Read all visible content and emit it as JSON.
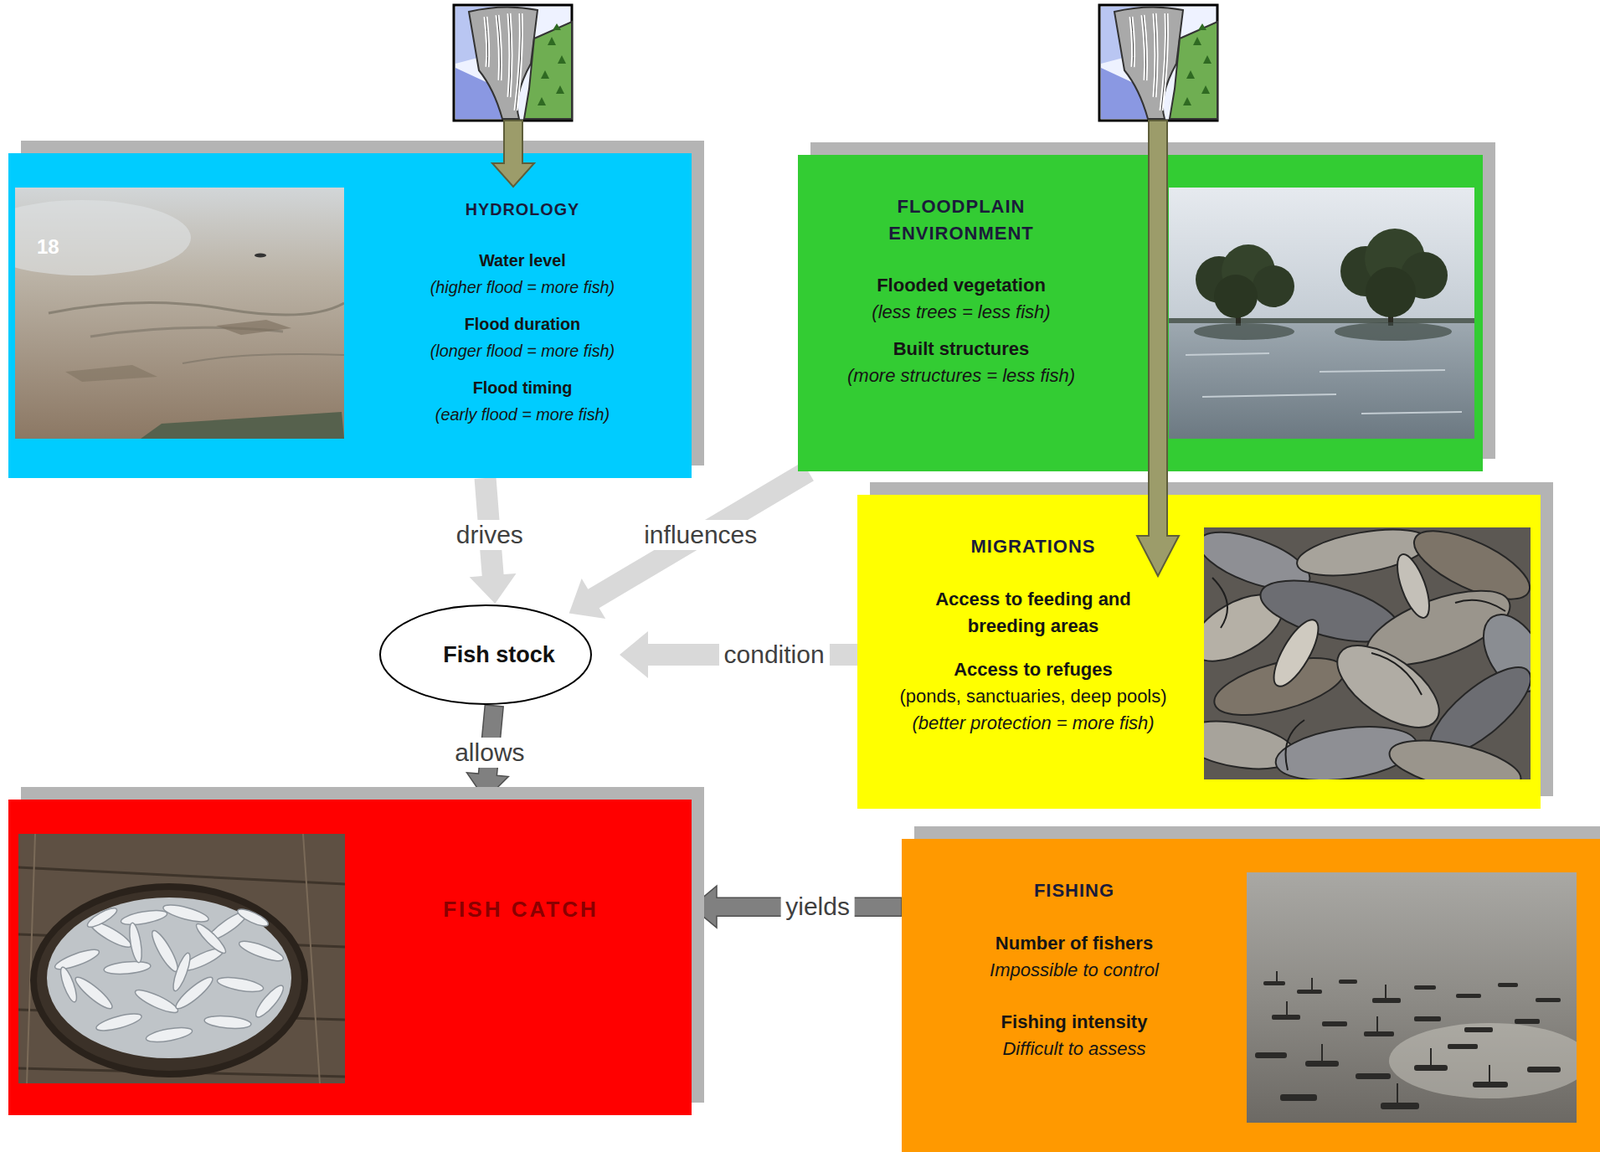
{
  "diagram": {
    "nodes": [
      {
        "text": [
          "HYDROLOGY",
          "Water level",
          "(higher flood = more fish)",
          "Flood duration",
          "(longer flood = more fish)",
          "Flood timing",
          "(early flood = more fish)"
        ]
      },
      {
        "text": [
          "FLOODPLAIN ENVIRONMENT",
          "Flooded vegetation",
          "(less trees = less fish)",
          "Built structures",
          "(more structures = less fish)"
        ]
      },
      {
        "text": [
          "Fish stock"
        ]
      },
      {
        "text": [
          "MIGRATIONS",
          "Access to feeding and breeding areas",
          "Access to refuges",
          "(ponds, sanctuaries, deep pools)",
          "(better protection = more fish)"
        ]
      },
      {
        "text": [
          "FISH CATCH"
        ]
      },
      {
        "text": [
          "FISHING",
          "Number of fishers",
          "Impossible to control",
          "Fishing intensity",
          "Difficult to assess"
        ]
      }
    ],
    "edges": [
      {
        "from": 0,
        "to": 2,
        "label": "drives",
        "arrow": "to"
      },
      {
        "from": 1,
        "to": 2,
        "label": "influences",
        "arrow": "to"
      },
      {
        "from": 3,
        "to": 2,
        "label": "condition",
        "arrow": "to"
      },
      {
        "from": 2,
        "to": 4,
        "label": "allows",
        "arrow": "to"
      },
      {
        "from": 5,
        "to": 4,
        "label": "yields",
        "arrow": "to"
      }
    ],
    "labels": [
      "18"
    ]
  }
}
